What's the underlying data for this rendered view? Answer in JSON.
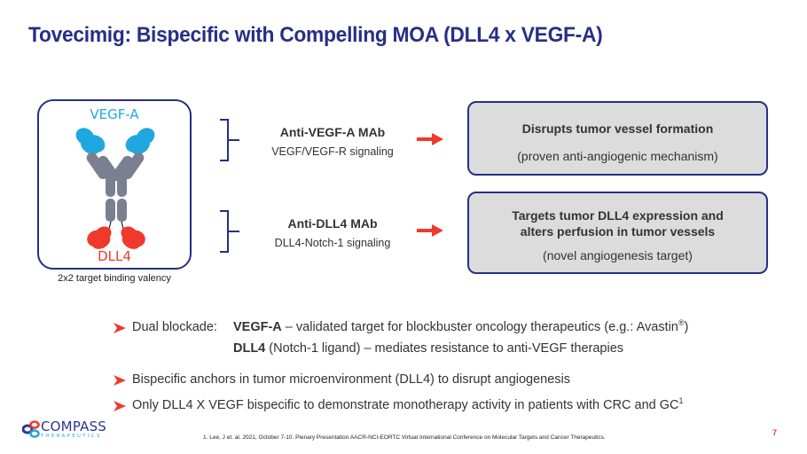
{
  "slide": {
    "title": "Tovecimig: Bispecific with Compelling MOA (DLL4 x VEGF-A)",
    "page_number": "7"
  },
  "antibody_diagram": {
    "top_label": "VEGF-A",
    "bottom_label": "DLL4",
    "caption": "2x2 target binding valency",
    "colors": {
      "vegf_domain": "#1fa8e0",
      "dll4_domain": "#f0392b",
      "backbone": "#7b8091",
      "frame": "#262f86"
    }
  },
  "mechanisms": [
    {
      "name": "Anti-VEGF-A MAb",
      "signaling": "VEGF/VEGF-R signaling",
      "outcome_heading": "Disrupts tumor vessel formation",
      "outcome_note": "(proven anti-angiogenic mechanism)"
    },
    {
      "name": "Anti-DLL4 MAb",
      "signaling": "DLL4-Notch-1 signaling",
      "outcome_heading_line1": "Targets tumor DLL4 expression and",
      "outcome_heading_line2": "alters perfusion in tumor vessels",
      "outcome_note": "(novel angiogenesis target)"
    }
  ],
  "bullets": {
    "dual_blockade": {
      "label": "Dual blockade:",
      "line1_bold": "VEGF-A",
      "line1_rest": " – validated target for blockbuster oncology therapeutics (e.g.: Avastin",
      "line1_sup": "®",
      "line1_end": ")",
      "line2_bold": "DLL4",
      "line2_rest": " (Notch-1 ligand) – mediates resistance to anti-VEGF therapies"
    },
    "anchors": "Bispecific anchors in tumor microenvironment (DLL4) to disrupt angiogenesis",
    "only": {
      "text": "Only DLL4 X VEGF bispecific to demonstrate monotherapy activity in patients with CRC and GC",
      "sup": "1"
    }
  },
  "logo": {
    "main": "COMPASS",
    "sub": "THERAPEUTICS"
  },
  "footnote": "1. Lee, J et. al. 2021, October 7-10. Plenary Presentation AACR-NCI-EORTC Virtual International Conference on Molecular Targets and Cancer Therapeutics.",
  "colors": {
    "title": "#262f86",
    "accent_red": "#f0392b",
    "box_fill": "#dcdcdc"
  }
}
